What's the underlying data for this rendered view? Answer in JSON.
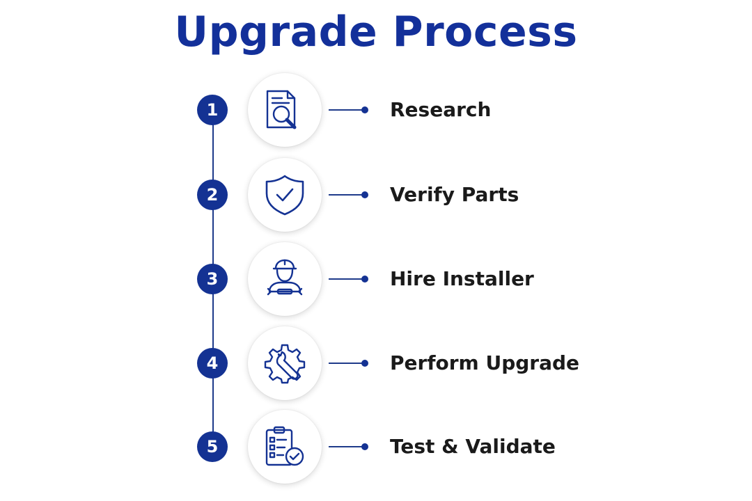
{
  "title": "Upgrade Process",
  "colors": {
    "accent": "#143293",
    "title": "#13309a",
    "label": "#1a1a1a"
  },
  "steps": [
    {
      "number": "1",
      "label": "Research",
      "icon": "document-search-icon"
    },
    {
      "number": "2",
      "label": "Verify Parts",
      "icon": "shield-check-icon"
    },
    {
      "number": "3",
      "label": "Hire Installer",
      "icon": "installer-wrench-icon"
    },
    {
      "number": "4",
      "label": "Perform Upgrade",
      "icon": "gear-wrench-icon"
    },
    {
      "number": "5",
      "label": "Test & Validate",
      "icon": "checklist-check-icon"
    }
  ]
}
